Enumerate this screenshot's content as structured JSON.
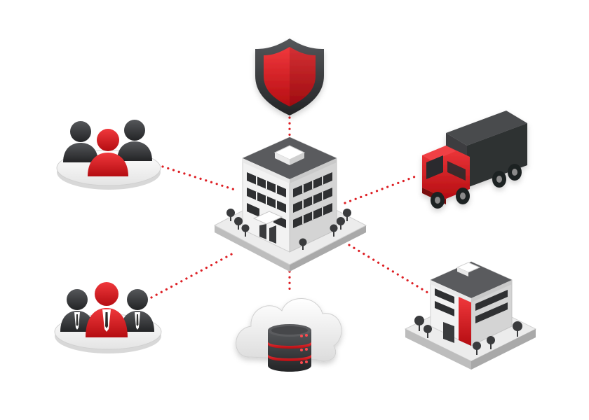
{
  "diagram": {
    "hub": {
      "icon": "office-building-icon"
    },
    "nodes": [
      {
        "key": "security",
        "icon": "shield-icon"
      },
      {
        "key": "team",
        "icon": "people-group-icon"
      },
      {
        "key": "logistics",
        "icon": "delivery-truck-icon"
      },
      {
        "key": "management",
        "icon": "business-people-icon"
      },
      {
        "key": "cloud-storage",
        "icon": "cloud-database-icon"
      },
      {
        "key": "branch-office",
        "icon": "small-building-icon"
      }
    ],
    "connector_style": "dotted"
  },
  "colors": {
    "accent": "#e0161b",
    "dark": "#3a3b3d",
    "light": "#f3f3f3",
    "connector": "#dd1f24"
  }
}
